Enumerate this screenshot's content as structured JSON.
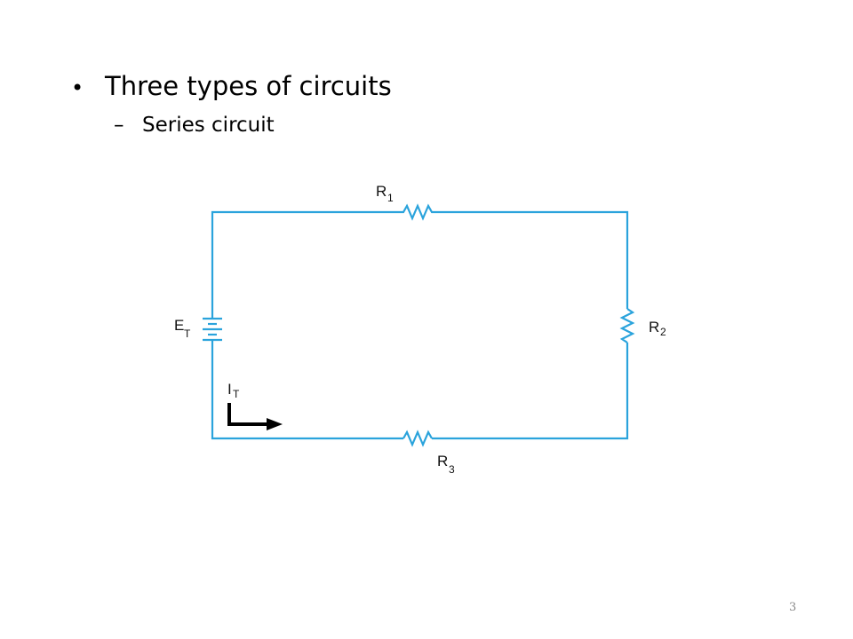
{
  "slide": {
    "bullets": [
      {
        "marker": "•",
        "text": "Three types of circuits",
        "sub": [
          {
            "marker": "–",
            "text": "Series circuit"
          }
        ]
      }
    ],
    "page_number": "3"
  },
  "diagram": {
    "wire_color": "#2aa3dc",
    "labels": {
      "r1": {
        "main": "R",
        "sub": "1"
      },
      "r2": {
        "main": "R",
        "sub": "2"
      },
      "r3": {
        "main": "R",
        "sub": "3"
      },
      "source": {
        "main": "E",
        "sub": "T"
      },
      "current": {
        "main": "I",
        "sub": "T"
      }
    }
  }
}
